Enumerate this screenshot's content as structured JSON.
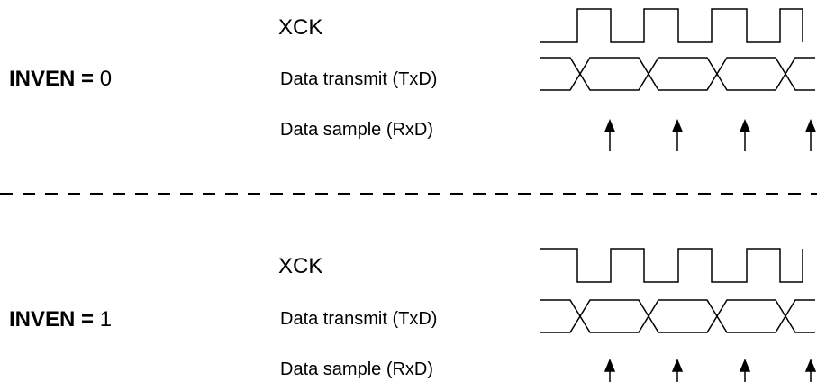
{
  "panel_top": {
    "mode_label": "INVEN =",
    "mode_value": "0",
    "signals": {
      "clock": "XCK",
      "transmit": "Data transmit (TxD)",
      "sample": "Data sample (RxD)"
    },
    "clock_start_level": "low",
    "sample_arrows": 4
  },
  "panel_bottom": {
    "mode_label": "INVEN =",
    "mode_value": "1",
    "signals": {
      "clock": "XCK",
      "transmit": "Data transmit (TxD)",
      "sample": "Data sample (RxD)"
    },
    "clock_start_level": "high",
    "sample_arrows": 4
  }
}
